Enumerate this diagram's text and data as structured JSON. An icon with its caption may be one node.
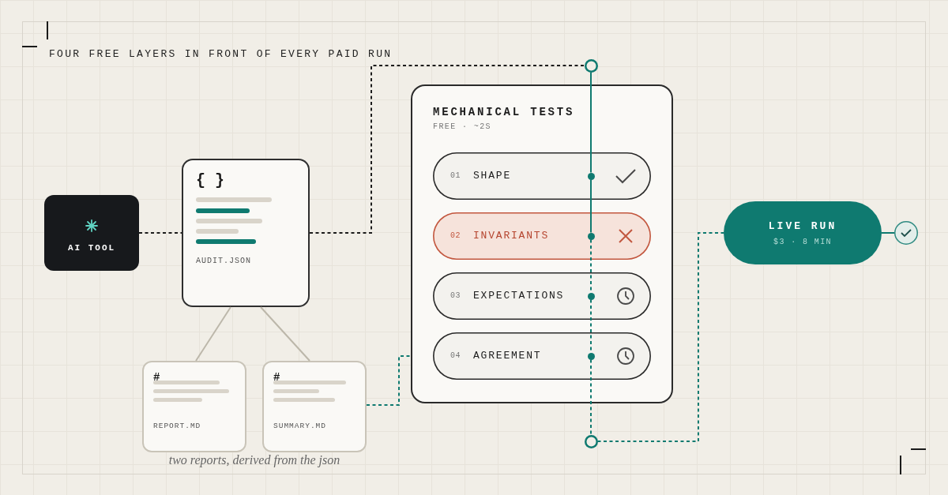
{
  "diagram": {
    "title": "FOUR FREE LAYERS IN FRONT OF EVERY PAID RUN",
    "nodes": [
      {
        "text": [
          "AI TOOL"
        ]
      },
      {
        "text": [
          "{ }",
          "AUDIT.JSON"
        ]
      },
      {
        "text": [
          "#",
          "REPORT.MD"
        ]
      },
      {
        "text": [
          "#",
          "SUMMARY.MD"
        ]
      },
      {
        "text": [],
        "shape": "circle"
      },
      {
        "text": [
          "MECHANICAL TESTS",
          "FREE · ~2S"
        ]
      },
      {
        "text": [
          "01",
          "SHAPE"
        ],
        "in": 5
      },
      {
        "text": [],
        "shape": "circle",
        "in": 6
      },
      {
        "text": [
          "02",
          "INVARIANTS"
        ],
        "in": 5
      },
      {
        "text": [],
        "shape": "circle",
        "in": 8
      },
      {
        "text": [
          "03",
          "EXPECTATIONS"
        ],
        "in": 5
      },
      {
        "text": [],
        "shape": "circle",
        "in": 10
      },
      {
        "text": [
          "04",
          "AGREEMENT"
        ],
        "in": 5
      },
      {
        "text": [],
        "shape": "circle",
        "in": 12
      },
      {
        "text": [],
        "shape": "circle"
      },
      {
        "text": [
          "LIVE RUN",
          "$3 · 8 MIN"
        ]
      },
      {
        "text": [],
        "shape": "circle"
      }
    ],
    "edges": [
      {
        "from": 0,
        "to": 1,
        "arrow": "none",
        "style": "dashed",
        "color": "#1c1c1c"
      },
      {
        "from": 1,
        "to": 4,
        "arrow": "none",
        "style": "dashed",
        "color": "#1c1c1c"
      },
      {
        "from": 1,
        "to": 2,
        "arrow": "none",
        "color": "#bcb7aa"
      },
      {
        "from": 1,
        "to": 3,
        "arrow": "none",
        "color": "#bcb7aa"
      },
      {
        "from": 3,
        "to": 5,
        "arrow": "none",
        "style": "dashed"
      },
      {
        "from": 4,
        "to": 7,
        "arrow": "none"
      },
      {
        "from": 7,
        "to": 9,
        "arrow": "none"
      },
      {
        "from": 9,
        "to": 11,
        "arrow": "none",
        "style": "dashed"
      },
      {
        "from": 11,
        "to": 13,
        "arrow": "none",
        "style": "dashed"
      },
      {
        "from": 13,
        "to": 14,
        "arrow": "none",
        "style": "dashed"
      },
      {
        "from": 14,
        "to": 15,
        "arrow": "none",
        "style": "dashed"
      },
      {
        "from": 15,
        "to": 16,
        "arrow": "none"
      }
    ],
    "labels": [
      "two reports, derived from the json"
    ]
  }
}
